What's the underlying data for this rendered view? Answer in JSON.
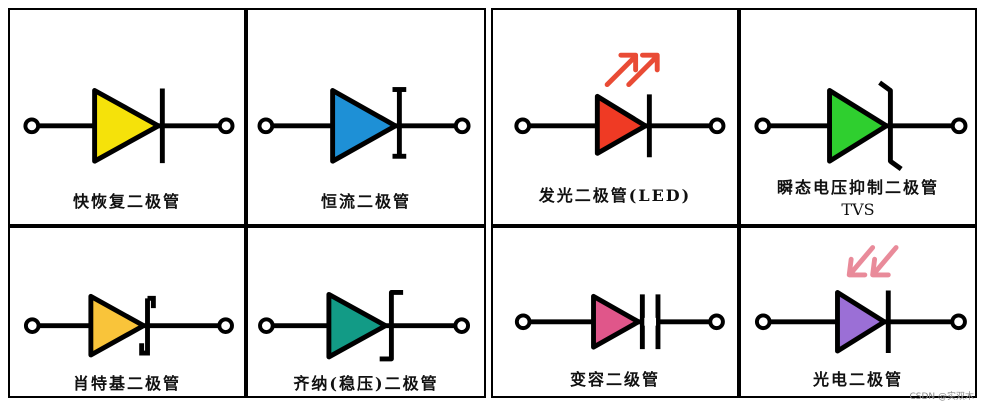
{
  "cells": [
    {
      "label": "快恢复二极管",
      "color": "#f5e20a"
    },
    {
      "label": "恒流二极管",
      "color": "#1e90d6"
    },
    {
      "label": "发光二极管(LED)",
      "color": "#ef3a24",
      "arrow_color": "#e94b35"
    },
    {
      "label": "瞬态电压抑制二极管",
      "sublabel": "TVS",
      "color": "#2fcf2f"
    },
    {
      "label": "肖特基二极管",
      "color": "#f9c43a"
    },
    {
      "label": "齐纳(稳压)二极管",
      "color": "#129b86"
    },
    {
      "label": "变容二级管",
      "color": "#e0568a"
    },
    {
      "label": "光电二极管",
      "color": "#9b6fd6",
      "arrow_color": "#e98b9a"
    }
  ],
  "watermark": "CSDN @实双木"
}
